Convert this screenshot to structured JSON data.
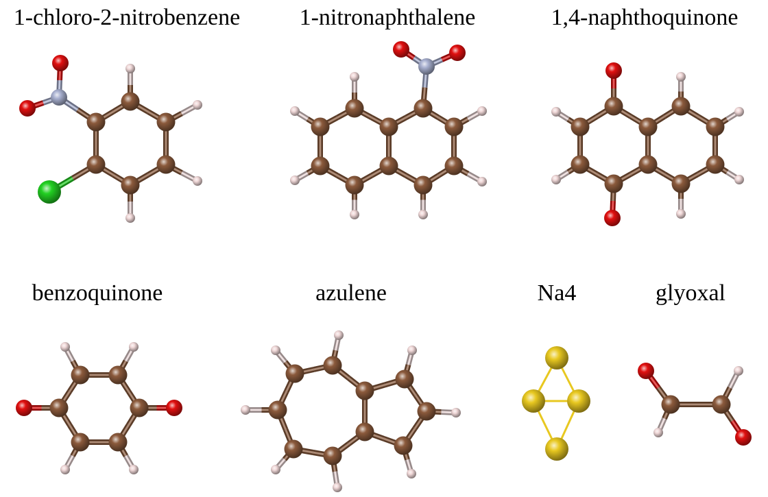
{
  "molecules": [
    {
      "id": "chloronitrobenzene",
      "label": "1-chloro-2-nitrobenzene",
      "atoms": [
        {
          "id": "C1",
          "el": "C"
        },
        {
          "id": "C2",
          "el": "C"
        },
        {
          "id": "C3",
          "el": "C"
        },
        {
          "id": "C4",
          "el": "C"
        },
        {
          "id": "C5",
          "el": "C"
        },
        {
          "id": "C6",
          "el": "C"
        },
        {
          "id": "N",
          "el": "N"
        },
        {
          "id": "O1",
          "el": "O"
        },
        {
          "id": "O2",
          "el": "O"
        },
        {
          "id": "Cl",
          "el": "Cl"
        },
        {
          "id": "H1",
          "el": "H"
        },
        {
          "id": "H2",
          "el": "H"
        },
        {
          "id": "H3",
          "el": "H"
        },
        {
          "id": "H4",
          "el": "H"
        }
      ],
      "bonds": [
        [
          "C1",
          "C2"
        ],
        [
          "C2",
          "C3"
        ],
        [
          "C3",
          "C4"
        ],
        [
          "C4",
          "C5"
        ],
        [
          "C5",
          "C6"
        ],
        [
          "C6",
          "C1"
        ],
        [
          "C1",
          "N"
        ],
        [
          "N",
          "O1"
        ],
        [
          "N",
          "O2"
        ],
        [
          "C6",
          "Cl"
        ],
        [
          "C2",
          "H1"
        ],
        [
          "C3",
          "H2"
        ],
        [
          "C4",
          "H3"
        ],
        [
          "C5",
          "H4"
        ]
      ]
    },
    {
      "id": "nitronaphthalene",
      "label": "1-nitronaphthalene",
      "atoms": [
        {
          "id": "C1",
          "el": "C"
        },
        {
          "id": "C2",
          "el": "C"
        },
        {
          "id": "C3",
          "el": "C"
        },
        {
          "id": "C4",
          "el": "C"
        },
        {
          "id": "C4a",
          "el": "C"
        },
        {
          "id": "C5",
          "el": "C"
        },
        {
          "id": "C6",
          "el": "C"
        },
        {
          "id": "C7",
          "el": "C"
        },
        {
          "id": "C8",
          "el": "C"
        },
        {
          "id": "C8a",
          "el": "C"
        },
        {
          "id": "N",
          "el": "N"
        },
        {
          "id": "O1",
          "el": "O"
        },
        {
          "id": "O2",
          "el": "O"
        },
        {
          "id": "H2",
          "el": "H"
        },
        {
          "id": "H3",
          "el": "H"
        },
        {
          "id": "H4",
          "el": "H"
        },
        {
          "id": "H5",
          "el": "H"
        },
        {
          "id": "H6",
          "el": "H"
        },
        {
          "id": "H7",
          "el": "H"
        },
        {
          "id": "H8",
          "el": "H"
        }
      ],
      "bonds": [
        [
          "C1",
          "C2"
        ],
        [
          "C2",
          "C3"
        ],
        [
          "C3",
          "C4"
        ],
        [
          "C4",
          "C4a"
        ],
        [
          "C4a",
          "C8a"
        ],
        [
          "C8a",
          "C1"
        ],
        [
          "C8a",
          "C8"
        ],
        [
          "C8",
          "C7"
        ],
        [
          "C7",
          "C6"
        ],
        [
          "C6",
          "C5"
        ],
        [
          "C5",
          "C4a"
        ],
        [
          "C1",
          "N"
        ],
        [
          "N",
          "O1"
        ],
        [
          "N",
          "O2"
        ],
        [
          "C2",
          "H2"
        ],
        [
          "C3",
          "H3"
        ],
        [
          "C4",
          "H4"
        ],
        [
          "C5",
          "H5"
        ],
        [
          "C6",
          "H6"
        ],
        [
          "C7",
          "H7"
        ],
        [
          "C8",
          "H8"
        ]
      ]
    },
    {
      "id": "naphthoquinone",
      "label": "1,4-naphthoquinone",
      "atoms": [
        {
          "id": "C1",
          "el": "C"
        },
        {
          "id": "C2",
          "el": "C"
        },
        {
          "id": "C3",
          "el": "C"
        },
        {
          "id": "C4",
          "el": "C"
        },
        {
          "id": "C4a",
          "el": "C"
        },
        {
          "id": "C5",
          "el": "C"
        },
        {
          "id": "C6",
          "el": "C"
        },
        {
          "id": "C7",
          "el": "C"
        },
        {
          "id": "C8",
          "el": "C"
        },
        {
          "id": "C8a",
          "el": "C"
        },
        {
          "id": "O1",
          "el": "O"
        },
        {
          "id": "O4",
          "el": "O"
        },
        {
          "id": "H2",
          "el": "H"
        },
        {
          "id": "H3",
          "el": "H"
        },
        {
          "id": "H5",
          "el": "H"
        },
        {
          "id": "H6",
          "el": "H"
        },
        {
          "id": "H7",
          "el": "H"
        },
        {
          "id": "H8",
          "el": "H"
        }
      ],
      "bonds": [
        [
          "C1",
          "C2"
        ],
        [
          "C2",
          "C3"
        ],
        [
          "C3",
          "C4"
        ],
        [
          "C4",
          "C4a"
        ],
        [
          "C4a",
          "C8a"
        ],
        [
          "C8a",
          "C1"
        ],
        [
          "C8a",
          "C8"
        ],
        [
          "C8",
          "C7"
        ],
        [
          "C7",
          "C6"
        ],
        [
          "C6",
          "C5"
        ],
        [
          "C5",
          "C4a"
        ],
        [
          "C1",
          "O1"
        ],
        [
          "C4",
          "O4"
        ],
        [
          "C2",
          "H2"
        ],
        [
          "C3",
          "H3"
        ],
        [
          "C5",
          "H5"
        ],
        [
          "C6",
          "H6"
        ],
        [
          "C7",
          "H7"
        ],
        [
          "C8",
          "H8"
        ]
      ]
    },
    {
      "id": "benzoquinone",
      "label": "benzoquinone",
      "atoms": [
        {
          "id": "C1",
          "el": "C"
        },
        {
          "id": "C2",
          "el": "C"
        },
        {
          "id": "C3",
          "el": "C"
        },
        {
          "id": "C4",
          "el": "C"
        },
        {
          "id": "C5",
          "el": "C"
        },
        {
          "id": "C6",
          "el": "C"
        },
        {
          "id": "O1",
          "el": "O"
        },
        {
          "id": "O4",
          "el": "O"
        },
        {
          "id": "H2",
          "el": "H"
        },
        {
          "id": "H3",
          "el": "H"
        },
        {
          "id": "H5",
          "el": "H"
        },
        {
          "id": "H6",
          "el": "H"
        }
      ],
      "bonds": [
        [
          "C1",
          "C2"
        ],
        [
          "C2",
          "C3"
        ],
        [
          "C3",
          "C4"
        ],
        [
          "C4",
          "C5"
        ],
        [
          "C5",
          "C6"
        ],
        [
          "C6",
          "C1"
        ],
        [
          "C1",
          "O1"
        ],
        [
          "C4",
          "O4"
        ],
        [
          "C2",
          "H2"
        ],
        [
          "C3",
          "H3"
        ],
        [
          "C5",
          "H5"
        ],
        [
          "C6",
          "H6"
        ]
      ]
    },
    {
      "id": "azulene",
      "label": "azulene",
      "atoms": [
        {
          "id": "C3a",
          "el": "C"
        },
        {
          "id": "C8a",
          "el": "C"
        },
        {
          "id": "C1",
          "el": "C"
        },
        {
          "id": "C2",
          "el": "C"
        },
        {
          "id": "C3",
          "el": "C"
        },
        {
          "id": "C4",
          "el": "C"
        },
        {
          "id": "C5",
          "el": "C"
        },
        {
          "id": "C6",
          "el": "C"
        },
        {
          "id": "C7",
          "el": "C"
        },
        {
          "id": "C8",
          "el": "C"
        },
        {
          "id": "H1",
          "el": "H"
        },
        {
          "id": "H2",
          "el": "H"
        },
        {
          "id": "H3",
          "el": "H"
        },
        {
          "id": "H4",
          "el": "H"
        },
        {
          "id": "H5",
          "el": "H"
        },
        {
          "id": "H6",
          "el": "H"
        },
        {
          "id": "H7",
          "el": "H"
        },
        {
          "id": "H8",
          "el": "H"
        }
      ],
      "bonds": [
        [
          "C3a",
          "C8a"
        ],
        [
          "C8a",
          "C1"
        ],
        [
          "C1",
          "C2"
        ],
        [
          "C2",
          "C3"
        ],
        [
          "C3",
          "C3a"
        ],
        [
          "C8a",
          "C8"
        ],
        [
          "C8",
          "C7"
        ],
        [
          "C7",
          "C6"
        ],
        [
          "C6",
          "C5"
        ],
        [
          "C5",
          "C4"
        ],
        [
          "C4",
          "C3a"
        ],
        [
          "C1",
          "H1"
        ],
        [
          "C2",
          "H2"
        ],
        [
          "C3",
          "H3"
        ],
        [
          "C4",
          "H4"
        ],
        [
          "C5",
          "H5"
        ],
        [
          "C6",
          "H6"
        ],
        [
          "C7",
          "H7"
        ],
        [
          "C8",
          "H8"
        ]
      ]
    },
    {
      "id": "na4",
      "label": "Na4",
      "atoms": [
        {
          "id": "Na1",
          "el": "Na"
        },
        {
          "id": "Na2",
          "el": "Na"
        },
        {
          "id": "Na3",
          "el": "Na"
        },
        {
          "id": "Na4",
          "el": "Na"
        }
      ],
      "bonds": [
        [
          "Na1",
          "Na2"
        ],
        [
          "Na1",
          "Na3"
        ],
        [
          "Na2",
          "Na3"
        ],
        [
          "Na2",
          "Na4"
        ],
        [
          "Na3",
          "Na4"
        ]
      ]
    },
    {
      "id": "glyoxal",
      "label": "glyoxal",
      "atoms": [
        {
          "id": "C1",
          "el": "C"
        },
        {
          "id": "C2",
          "el": "C"
        },
        {
          "id": "O1",
          "el": "O"
        },
        {
          "id": "O2",
          "el": "O"
        },
        {
          "id": "H1",
          "el": "H"
        },
        {
          "id": "H2",
          "el": "H"
        }
      ],
      "bonds": [
        [
          "C1",
          "C2"
        ],
        [
          "C1",
          "O1"
        ],
        [
          "C2",
          "O2"
        ],
        [
          "C1",
          "H1"
        ],
        [
          "C2",
          "H2"
        ]
      ]
    }
  ],
  "element_styles": {
    "C": {
      "color": "#8b5a3c",
      "bond_color": "#8b5a3c"
    },
    "H": {
      "color": "#f0d8d8",
      "bond_color": "#e8d4d4"
    },
    "O": {
      "color": "#e01010",
      "bond_color": "#e01010"
    },
    "N": {
      "color": "#a8b0d0",
      "bond_color": "#a8b0d0"
    },
    "Cl": {
      "color": "#22d022",
      "bond_color": "#22d022"
    },
    "Na": {
      "color": "#e8c820",
      "bond_color": "#e8c820"
    }
  }
}
